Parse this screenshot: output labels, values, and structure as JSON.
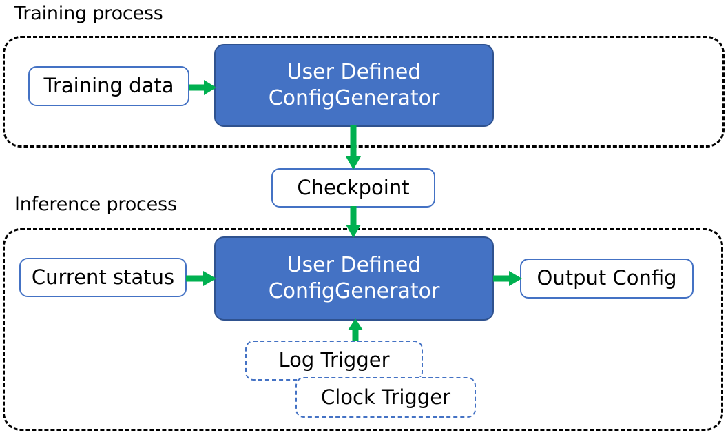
{
  "diagram": {
    "title_training": "Training process",
    "title_inference": "Inference process",
    "colors": {
      "accent_blue_fill": "#4472C4",
      "accent_blue_border": "#2F528F",
      "node_border_blue": "#4472C4",
      "arrow_green": "#00B050",
      "container_dash": "#000000",
      "text_dark": "#000000",
      "text_light": "#FFFFFF",
      "background": "#FFFFFF"
    }
  },
  "training": {
    "label": "Training process",
    "nodes": {
      "training_data": "Training data",
      "generator_line1": "User Defined",
      "generator_line2": "ConfigGenerator"
    }
  },
  "bridge": {
    "checkpoint": "Checkpoint"
  },
  "inference": {
    "label": "Inference process",
    "nodes": {
      "current_status": "Current status",
      "generator_line1": "User Defined",
      "generator_line2": "ConfigGenerator",
      "output_config": "Output Config",
      "log_trigger": "Log Trigger",
      "clock_trigger": "Clock Trigger"
    }
  },
  "edges": [
    {
      "id": "training-data-to-generator",
      "from": "Training data",
      "to": "User Defined ConfigGenerator",
      "direction": "right"
    },
    {
      "id": "generator-to-checkpoint",
      "from": "User Defined ConfigGenerator",
      "to": "Checkpoint",
      "direction": "down"
    },
    {
      "id": "checkpoint-to-infer-generator",
      "from": "Checkpoint",
      "to": "User Defined ConfigGenerator",
      "direction": "down"
    },
    {
      "id": "current-status-to-infer-generator",
      "from": "Current status",
      "to": "User Defined ConfigGenerator",
      "direction": "right"
    },
    {
      "id": "infer-generator-to-output-config",
      "from": "User Defined ConfigGenerator",
      "to": "Output Config",
      "direction": "right"
    },
    {
      "id": "triggers-to-infer-generator",
      "from": "Log Trigger / Clock Trigger",
      "to": "User Defined ConfigGenerator",
      "direction": "up"
    }
  ]
}
